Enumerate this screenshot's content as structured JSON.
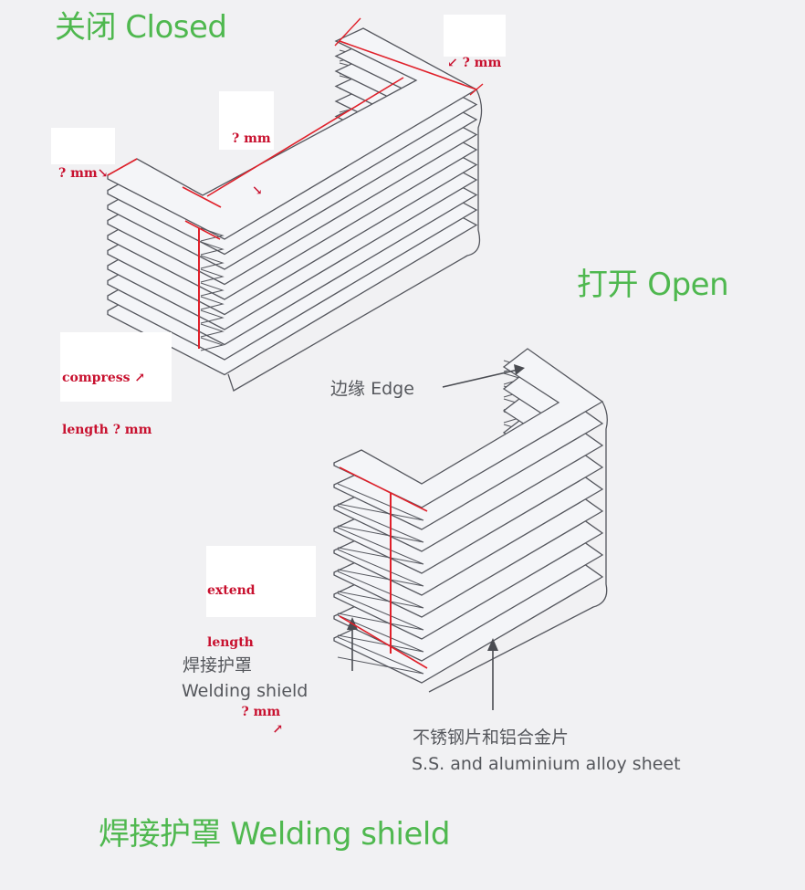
{
  "labels": {
    "closed": "关闭 Closed",
    "open": "打开 Open",
    "edge_cn": "边缘",
    "edge_en": "Edge",
    "welding_shield_cn": "焊接护罩",
    "welding_shield_en": "Welding shield",
    "sheet_cn": "不锈钢片和铝合金片",
    "sheet_en": "S.S. and aluminium alloy sheet",
    "bottom_title": "焊接护罩 Welding shield"
  },
  "annotations": {
    "top_right": "↙ ? mm",
    "top_mid": "? mm",
    "top_mid_arrow": "↘",
    "left": "? mm↘",
    "compress_1": "compress ↗",
    "compress_2": "length ? mm",
    "extend_1": "extend",
    "extend_2": "length",
    "extend_3": "? mm",
    "extend_arrow": "↗"
  },
  "colors": {
    "green_label": "#4fb84f",
    "annotation_red": "#c8102e",
    "measure_line": "#e0202a",
    "sheet_fill": "#f4f5f8",
    "sheet_stroke": "#55575e"
  }
}
